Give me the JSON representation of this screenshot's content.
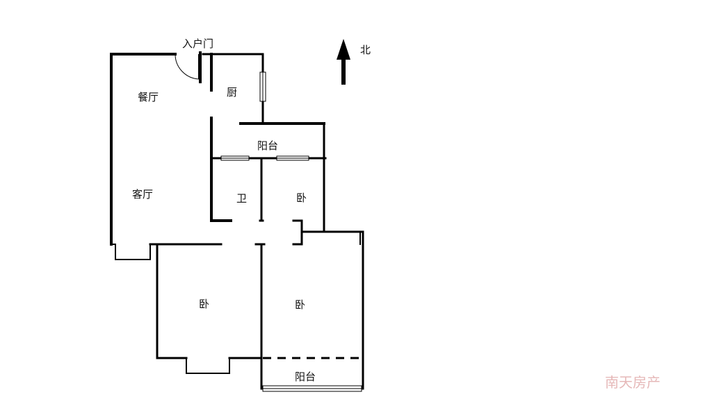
{
  "rooms": {
    "entry_door": "入户门",
    "dining": "餐厅",
    "kitchen": "厨",
    "balcony_north": "阳台",
    "living": "客厅",
    "bathroom": "卫",
    "bedroom_north": "卧",
    "bedroom_southwest": "卧",
    "bedroom_southeast": "卧",
    "balcony_south": "阳台"
  },
  "compass": {
    "label": "北",
    "icon": "north-arrow-icon"
  },
  "watermark": "南天房产"
}
